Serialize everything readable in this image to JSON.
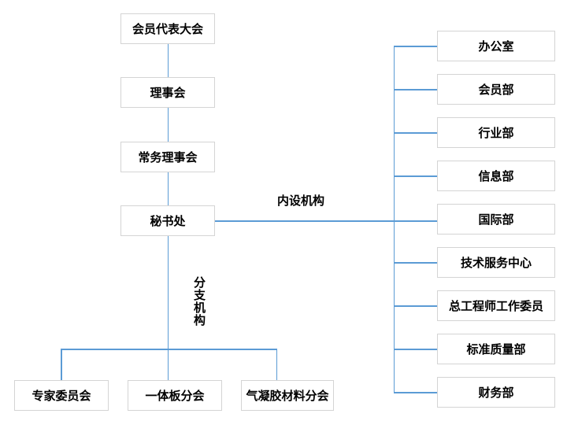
{
  "org_chart": {
    "hierarchy_nodes": [
      "会员代表大会",
      "理事会",
      "常务理事会",
      "秘书处"
    ],
    "internal_label": "内设机构",
    "internal_departments": [
      "办公室",
      "会员部",
      "行业部",
      "信息部",
      "国际部",
      "技术服务中心",
      "总工程师工作委员",
      "标准质量部",
      "财务部"
    ],
    "branch_label": "分支机构",
    "branch_organizations": [
      "专家委员会",
      "一体板分会",
      "气凝胶材料分会"
    ]
  },
  "colors": {
    "connector_blue": "#5b9bd5",
    "box_border_gray": "#d4d4d4",
    "box_background": "#ffffff",
    "text_black": "#000000",
    "page_background": "#ffffff"
  }
}
